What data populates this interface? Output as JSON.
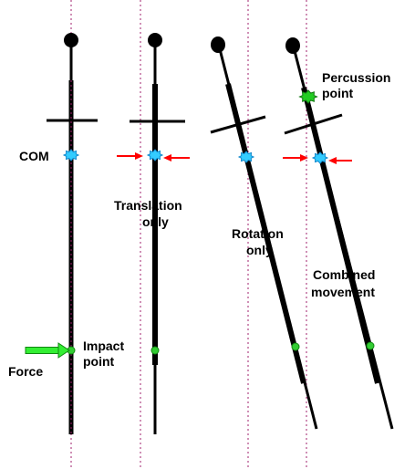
{
  "labels": {
    "com": "COM",
    "force": "Force",
    "impact_line1": "Impact",
    "impact_line2": "point",
    "translation_line1": "Translation",
    "translation_line2": "only",
    "rotation_line1": "Rotation",
    "rotation_line2": "only",
    "combined_line1": "Combined",
    "combined_line2": "movement",
    "percussion_line1": "Percussion",
    "percussion_line2": "point"
  },
  "colors": {
    "blade": "#000000",
    "guide_line": "#a0206e",
    "com_marker": "#33ccff",
    "percussion_marker": "#22cc22",
    "impact_marker": "#33cc33",
    "force_arrow": "#33ee33",
    "motion_arrow": "#ff0000"
  }
}
